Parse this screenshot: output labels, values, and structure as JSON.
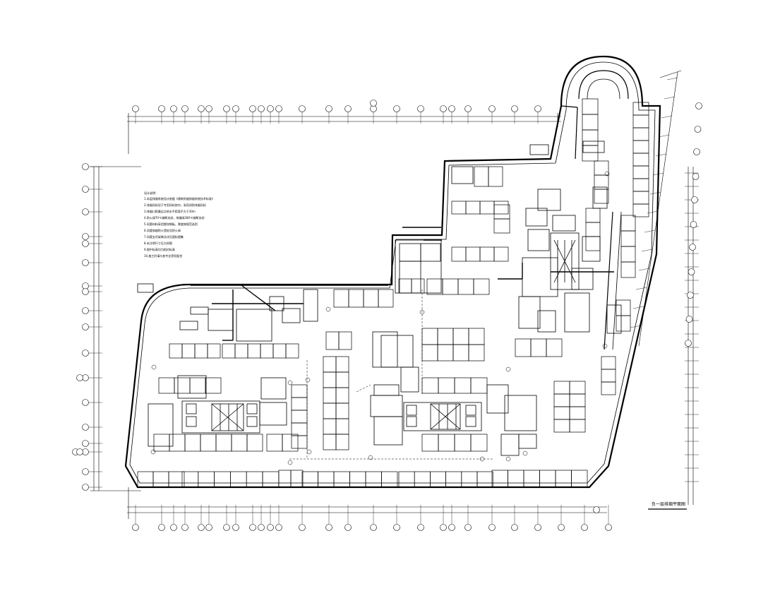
{
  "drawing": {
    "title": "负一层排烟平面图",
    "notes_title": "设计说明：",
    "notes": [
      "1.本层排烟系统设计依据《建筑防烟排烟系统技术标准》",
      "2.排烟风机设于专用风机房内，采用消防排烟风机",
      "3.排烟口距最远点的水平距离不大于30m",
      "4.防火阀70℃熔断关闭，排烟阀280℃熔断关闭",
      "5.风管材料采用镀锌钢板，厚度按规范选用",
      "6.风管穿越防火墙处设防火阀",
      "7.风管支吊架做法详见国标图集",
      "8.未注明尺寸见大样图",
      "9.图中标高均为相对标高",
      "10.施工时请与各专业密切配合"
    ],
    "colors": {
      "line": "#000000",
      "background": "#ffffff"
    }
  }
}
